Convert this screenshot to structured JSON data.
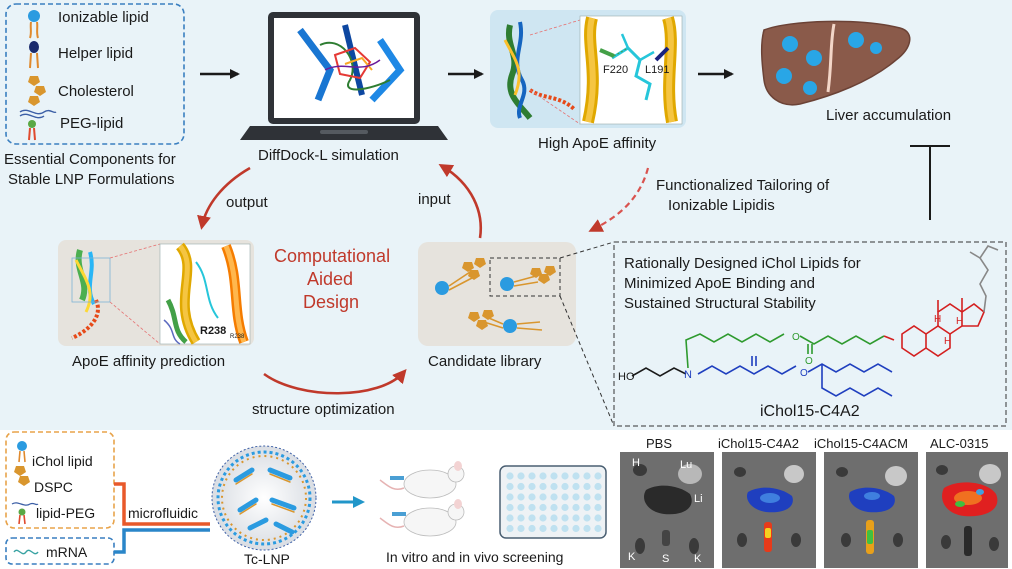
{
  "components": {
    "items": [
      "Ionizable lipid",
      "Helper lipid",
      "Cholesterol",
      "PEG-lipid"
    ],
    "caption_line1": "Essential Components for",
    "caption_line2": "Stable LNP Formulations"
  },
  "simulation": {
    "label": "DiffDock-L simulation"
  },
  "affinity": {
    "label": "High ApoE affinity",
    "residue_a": "F220",
    "residue_b": "L191"
  },
  "liver": {
    "label": "Liver accumulation"
  },
  "tailoring": {
    "line1": "Functionalized Tailoring of",
    "line2": "Ionizable Lipidis"
  },
  "cycle": {
    "output": "output",
    "input": "input",
    "center_line1": "Computational",
    "center_line2": "Aided",
    "center_line3": "Design",
    "optimization": "structure optimization"
  },
  "prediction": {
    "label": "ApoE affinity prediction",
    "residue": "R238",
    "residue_small": "R238"
  },
  "library": {
    "label": "Candidate library"
  },
  "design": {
    "line1": "Rationally Designed iChol Lipids for",
    "line2": "Minimized ApoE Binding and",
    "line3": "Sustained Structural Stability",
    "compound": "iChol15-C4A2",
    "ho": "HO",
    "n": "N",
    "o1": "O",
    "o2": "O",
    "o3": "O",
    "h1": "H",
    "h2": "H",
    "h3": "H"
  },
  "formulation": {
    "items": [
      "iChol lipid",
      "DSPC",
      "lipid-PEG"
    ],
    "mrna": "mRNA",
    "microfluidic": "microfluidic",
    "particle": "Tc-LNP"
  },
  "screening": {
    "label": "In vitro and in vivo screening"
  },
  "imaging": {
    "columns": [
      "PBS",
      "iChol15-C4A2",
      "iChol15-C4ACM",
      "ALC-0315"
    ],
    "organs": [
      "H",
      "Lu",
      "Li",
      "K",
      "S",
      "K"
    ]
  },
  "colors": {
    "accent_red": "#c0392b",
    "dashed_red": "#d9534f",
    "blue_dash": "#3a7fc0",
    "orange_dash": "#e8a34a"
  }
}
